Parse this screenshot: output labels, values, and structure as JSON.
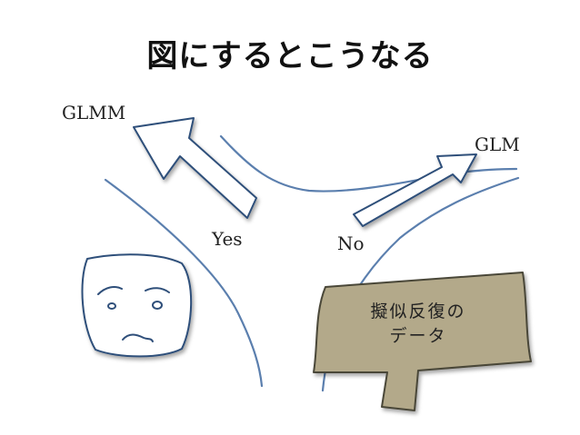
{
  "slide": {
    "title": "図にするとこうなる",
    "labels": {
      "glmm": "GLMM",
      "glm": "GLM",
      "yes": "Yes",
      "no": "No"
    },
    "sign": {
      "line1": "擬似反復の",
      "line2": "データ"
    }
  },
  "colors": {
    "road": "#5b7fae",
    "arrow_stroke": "#2f4f7a",
    "sign_fill": "#b3a98a",
    "sign_stroke": "#4a4638",
    "face_stroke": "#2f4f7a"
  },
  "icons": [
    "arrow-up-left-icon",
    "arrow-up-right-icon",
    "troubled-face-icon",
    "signpost-icon"
  ]
}
